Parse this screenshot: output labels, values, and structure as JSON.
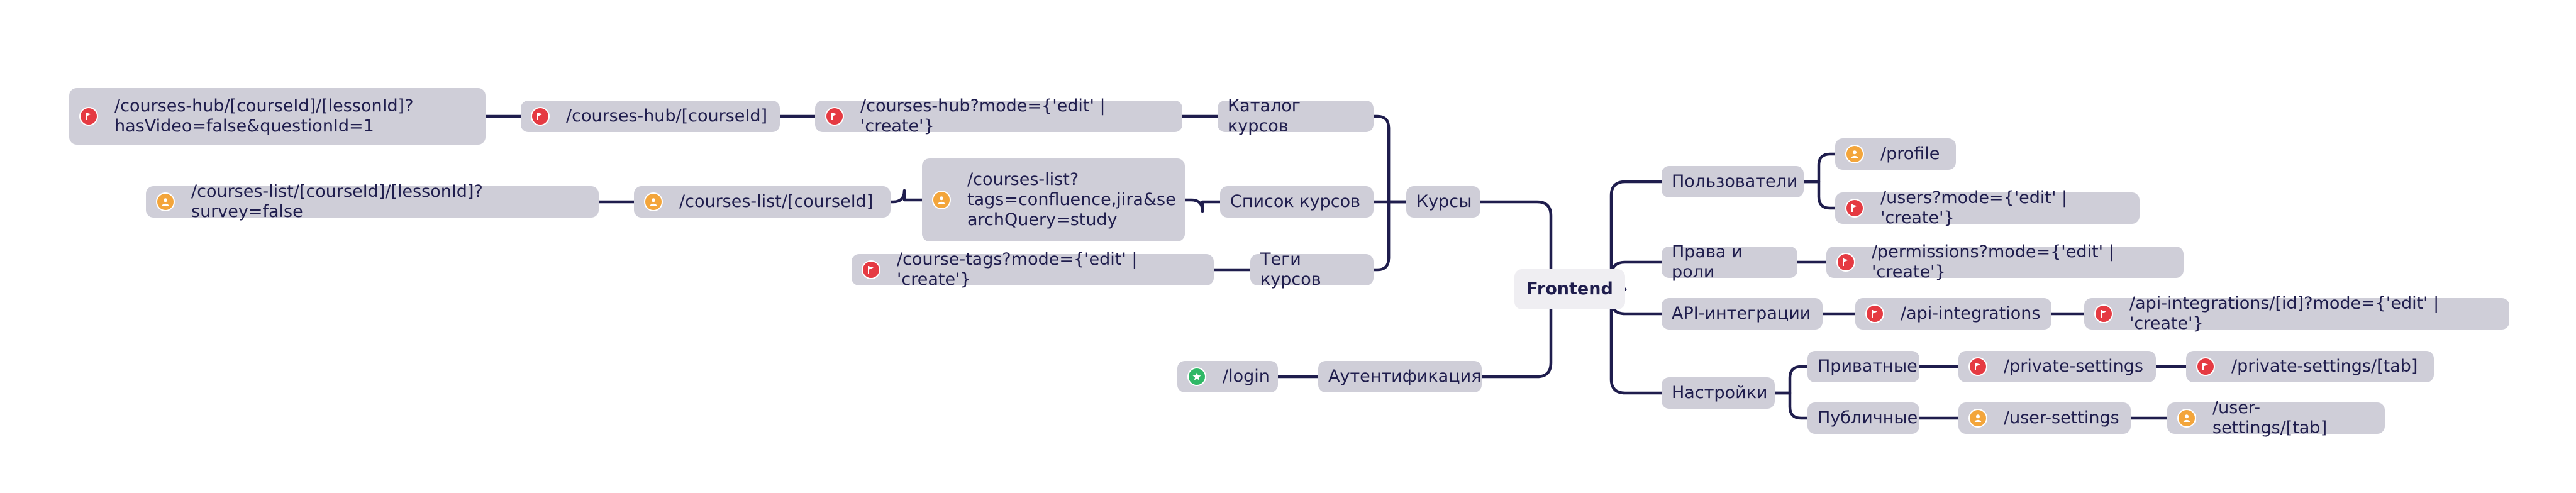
{
  "diagram": {
    "root": "Frontend",
    "nodes": {
      "kursy": {
        "label": "Курсы"
      },
      "katalog": {
        "label": "Каталог курсов"
      },
      "spisok": {
        "label": "Список курсов"
      },
      "tegi": {
        "label": "Теги курсов"
      },
      "auth": {
        "label": "Аутентификация"
      },
      "hub_mode": {
        "label": "/courses-hub?mode={'edit' | 'create'}",
        "icon": "flag-icon",
        "access": "red"
      },
      "hub_course": {
        "label": "/courses-hub/[courseId]",
        "icon": "flag-icon",
        "access": "red"
      },
      "hub_lesson": {
        "label": "/courses-hub/[courseId]/[lessonId]?\nhasVideo=false&questionId=1",
        "icon": "flag-icon",
        "access": "red"
      },
      "list_query": {
        "label": "/courses-list?\ntags=confluence,jira&se\narchQuery=study",
        "icon": "user-icon",
        "access": "orange"
      },
      "list_course": {
        "label": "/courses-list/[courseId]",
        "icon": "user-icon",
        "access": "orange"
      },
      "list_lesson": {
        "label": "/courses-list/[courseId]/[lessonId]?survey=false",
        "icon": "user-icon",
        "access": "orange"
      },
      "tags_mode": {
        "label": "/course-tags?mode={'edit' | 'create'}",
        "icon": "flag-icon",
        "access": "red"
      },
      "login": {
        "label": "/login",
        "icon": "star-icon",
        "access": "green"
      },
      "users": {
        "label": "Пользователи"
      },
      "profile": {
        "label": "/profile",
        "icon": "user-icon",
        "access": "orange"
      },
      "users_mode": {
        "label": "/users?mode={'edit' | 'create'}",
        "icon": "flag-icon",
        "access": "red"
      },
      "rights": {
        "label": "Права и роли"
      },
      "permissions": {
        "label": "/permissions?mode={'edit' | 'create'}",
        "icon": "flag-icon",
        "access": "red"
      },
      "api": {
        "label": "API-интеграции"
      },
      "api_list": {
        "label": "/api-integrations",
        "icon": "flag-icon",
        "access": "red"
      },
      "api_item": {
        "label": "/api-integrations/[id]?mode={'edit' | 'create'}",
        "icon": "flag-icon",
        "access": "red"
      },
      "settings": {
        "label": "Настройки"
      },
      "private": {
        "label": "Приватные"
      },
      "private_settings": {
        "label": "/private-settings",
        "icon": "flag-icon",
        "access": "red"
      },
      "private_tab": {
        "label": "/private-settings/[tab]",
        "icon": "flag-icon",
        "access": "red"
      },
      "public": {
        "label": "Публичные"
      },
      "user_settings": {
        "label": "/user-settings",
        "icon": "user-icon",
        "access": "orange"
      },
      "user_settings_tab": {
        "label": "/user-settings/[tab]",
        "icon": "user-icon",
        "access": "orange"
      }
    },
    "edges": [
      [
        "root",
        "kursy"
      ],
      [
        "root",
        "auth"
      ],
      [
        "kursy",
        "katalog"
      ],
      [
        "kursy",
        "spisok"
      ],
      [
        "kursy",
        "tegi"
      ],
      [
        "katalog",
        "hub_mode"
      ],
      [
        "hub_mode",
        "hub_course"
      ],
      [
        "hub_course",
        "hub_lesson"
      ],
      [
        "spisok",
        "list_query"
      ],
      [
        "list_query",
        "list_course"
      ],
      [
        "list_course",
        "list_lesson"
      ],
      [
        "tegi",
        "tags_mode"
      ],
      [
        "auth",
        "login"
      ],
      [
        "root",
        "users"
      ],
      [
        "root",
        "rights"
      ],
      [
        "root",
        "api"
      ],
      [
        "root",
        "settings"
      ],
      [
        "users",
        "profile"
      ],
      [
        "users",
        "users_mode"
      ],
      [
        "rights",
        "permissions"
      ],
      [
        "api",
        "api_list"
      ],
      [
        "api_list",
        "api_item"
      ],
      [
        "settings",
        "private"
      ],
      [
        "settings",
        "public"
      ],
      [
        "private",
        "private_settings"
      ],
      [
        "private_settings",
        "private_tab"
      ],
      [
        "public",
        "user_settings"
      ],
      [
        "user_settings",
        "user_settings_tab"
      ]
    ],
    "colors": {
      "red": "#e53a42",
      "orange": "#f3a53b",
      "green": "#2fb866",
      "node": "#cfced8",
      "root": "#efeef2",
      "line": "#1f1d4d"
    }
  }
}
